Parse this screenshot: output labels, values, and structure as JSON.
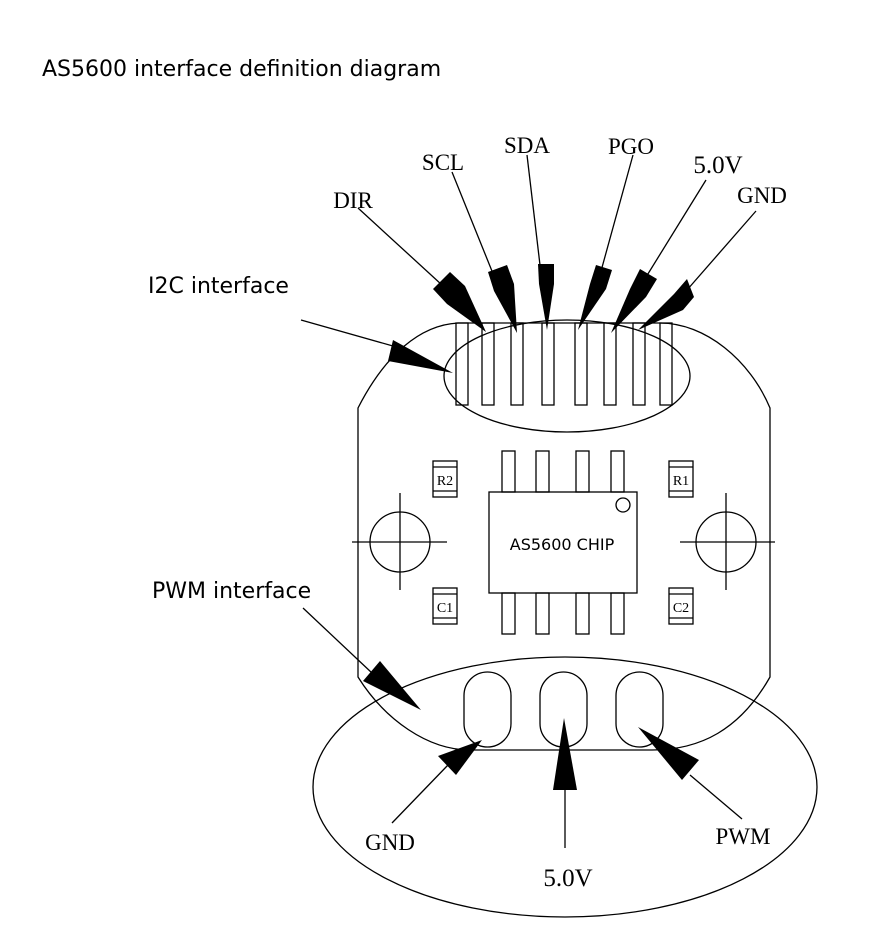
{
  "title": "AS5600 interface definition diagram",
  "i2c": {
    "label": "I2C interface",
    "pins": [
      "DIR",
      "SCL",
      "SDA",
      "PGO",
      "5.0V",
      "GND"
    ]
  },
  "pwm": {
    "label": "PWM interface",
    "pins": [
      "GND",
      "5.0V",
      "PWM"
    ]
  },
  "chip": {
    "label": "AS5600 CHIP"
  },
  "components": {
    "r1": "R1",
    "r2": "R2",
    "c1": "C1",
    "c2": "C2"
  }
}
